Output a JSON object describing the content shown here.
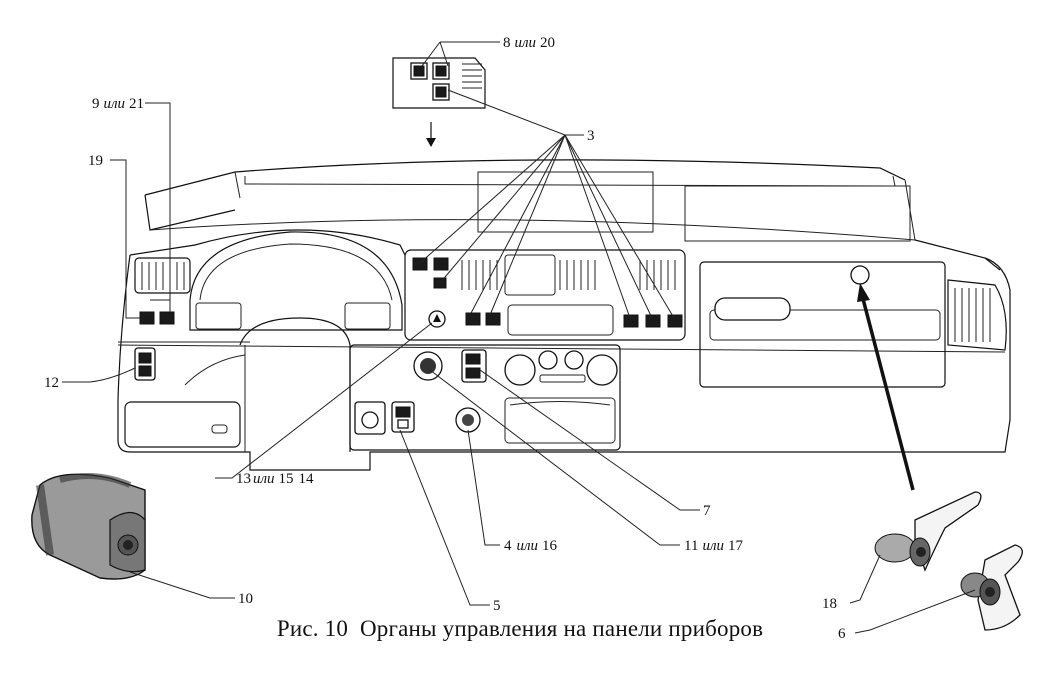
{
  "caption": {
    "figure": "Рис. 10",
    "title": "Органы управления на панели приборов"
  },
  "labels": {
    "l8_20": {
      "a": "8",
      "or": "или",
      "b": "20"
    },
    "l9_21": {
      "a": "9",
      "or": "или",
      "b": "21"
    },
    "l19": "19",
    "l3": "3",
    "l12": "12",
    "l13_15_14": {
      "a": "13",
      "or": "или",
      "b": "15",
      "c": "14"
    },
    "l10": "10",
    "l4_16": {
      "a": "4",
      "or": "или",
      "b": "16"
    },
    "l5": "5",
    "l7": "7",
    "l11_17": {
      "a": "11",
      "or": "или",
      "b": "17"
    },
    "l18": "18",
    "l6": "6"
  }
}
